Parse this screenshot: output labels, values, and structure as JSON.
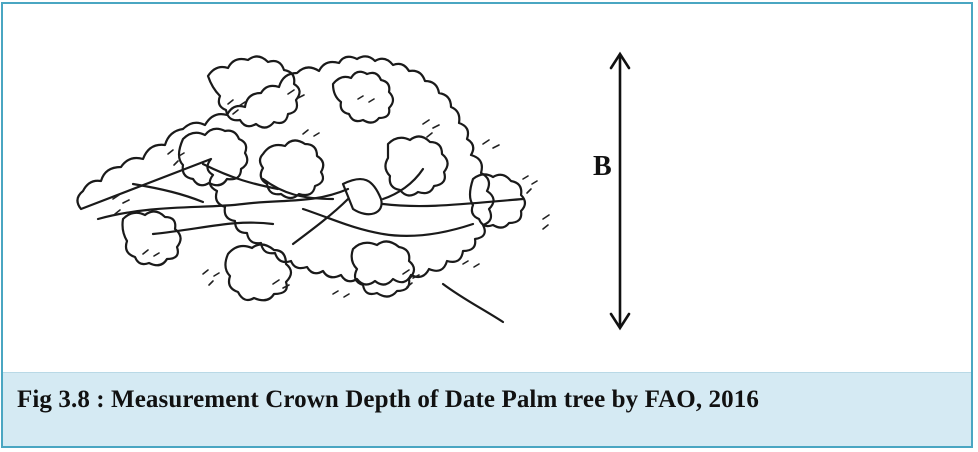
{
  "figure": {
    "measure_label": "B",
    "caption": "Fig 3.8 : Measurement Crown Depth of Date Palm tree by FAO, 2016"
  },
  "colors": {
    "frame_border": "#4aa6c2",
    "caption_background": "#d5eaf3",
    "ink": "#111111"
  },
  "icons": {
    "illustration": "tree-crown-drawing",
    "dimension": "double-headed-vertical-arrow"
  }
}
